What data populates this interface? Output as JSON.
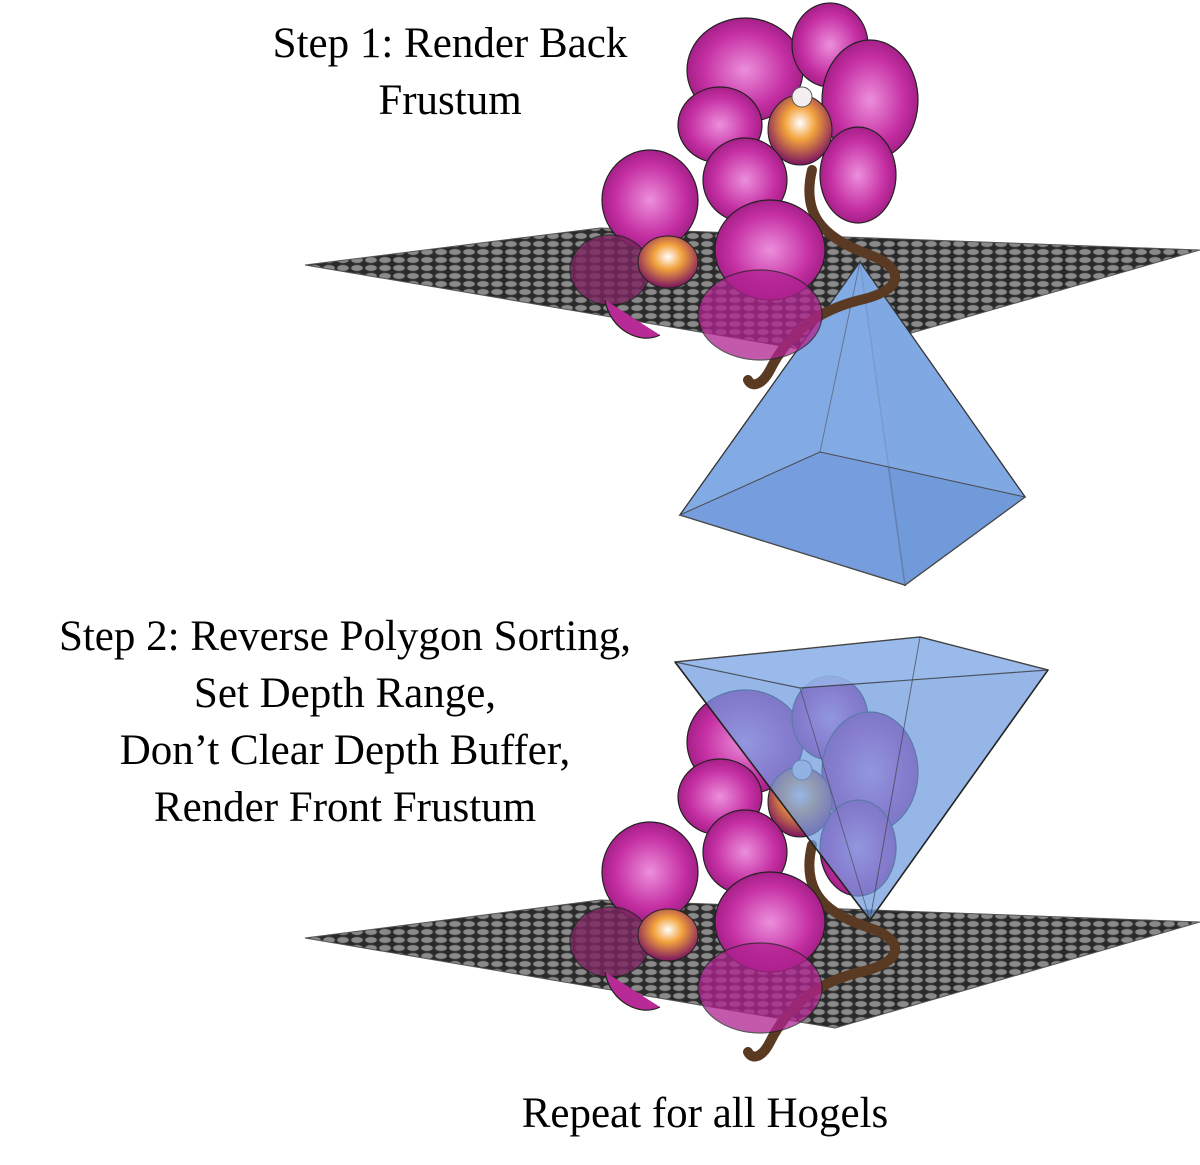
{
  "step1": {
    "line1": "Step 1: Render Back",
    "line2": "Frustum"
  },
  "step2": {
    "line1": "Step 2: Reverse Polygon Sorting,",
    "line2": "Set Depth Range,",
    "line3": "Don’t Clear Depth Buffer,",
    "line4": "Render Front Frustum"
  },
  "footer": "Repeat for all Hogels",
  "colors": {
    "frustum_fill": "#6f9be0",
    "frustum_stroke": "#333333",
    "petal": "#c0269a",
    "petal_light": "#e070c8",
    "stem": "#5a3a22",
    "grid": "#3a3a3a"
  }
}
